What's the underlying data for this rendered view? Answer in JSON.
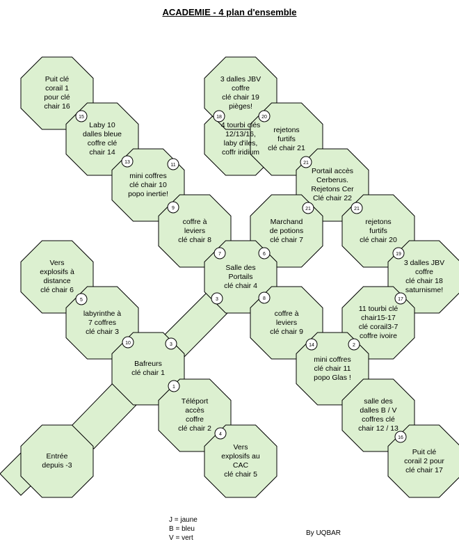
{
  "title": "ACADEMIE - 4 plan d'ensemble",
  "rooms": [
    {
      "id": "r15",
      "text": "Puit clé\ncorail 1\npour clé\nchair 16"
    },
    {
      "id": "r14",
      "text": "Laby 10\ndalles bleue\ncoffre clé\nchair 14"
    },
    {
      "id": "r10",
      "text": "mini coffres\nclé chair 10\npopo inertie!"
    },
    {
      "id": "r8",
      "text": "coffre à\nleviers\nclé chair 8"
    },
    {
      "id": "r4t",
      "text": "4 tourbi clés\n12/13/16,\nlaby d'iles,\ncoffr iridium"
    },
    {
      "id": "r19",
      "text": "3 dalles JBV\ncoffre\nclé chair 19\npièges!"
    },
    {
      "id": "r21",
      "text": "rejetons\nfurtifs\nclé chair 21"
    },
    {
      "id": "r22",
      "text": "Portail accès\nCerberus.\nRejetons Cer\nClé chair  22"
    },
    {
      "id": "r7",
      "text": "Marchand\nde potions\nclé chair 7"
    },
    {
      "id": "r20",
      "text": "rejetons\nfurtifs\nclé chair 20"
    },
    {
      "id": "r18",
      "text": "3 dalles JBV\ncoffre\nclé chair 18\nsaturnisme!"
    },
    {
      "id": "r4",
      "text": "Salle des\nPortails\nclé chair 4"
    },
    {
      "id": "r9",
      "text": "coffre à\nleviers\nclé chair 9"
    },
    {
      "id": "r17",
      "text": "11 tourbi clé\nchair15-17\nclé corail3-7\ncoffre ivoire"
    },
    {
      "id": "r11",
      "text": "mini coffres\nclé chair 11\npopo Glas !"
    },
    {
      "id": "r6",
      "text": "Vers\nexplosifs à\ndistance\nclé chair 6"
    },
    {
      "id": "r3",
      "text": "labyrinthe à\n7 coffres\nclé chair 3"
    },
    {
      "id": "r1",
      "text": "Bafreurs\nclé chair 1"
    },
    {
      "id": "r2",
      "text": "Téléport\naccès\ncoffre\nclé chair 2"
    },
    {
      "id": "r5",
      "text": "Vers\nexplosifs au\nCAC\nclé chair 5"
    },
    {
      "id": "r12",
      "text": "salle des\ndalles B / V\ncoffres clé\nchair 12 / 13"
    },
    {
      "id": "r16",
      "text": "Puit clé\ncorail 2 pour\nclé chair 17"
    },
    {
      "id": "entry",
      "text": "Entrée\ndepuis -3"
    }
  ],
  "doors": [
    "15",
    "18",
    "20",
    "13",
    "11",
    "21",
    "21",
    "21",
    "9",
    "7",
    "6",
    "19",
    "3",
    "8",
    "17",
    "5",
    "10",
    "14",
    "2",
    "3",
    "1",
    "4",
    "16"
  ],
  "legend": [
    "J = jaune",
    "B = bleu",
    "V = vert"
  ],
  "byline": "By UQBAR",
  "colors": {
    "room_fill": "#dcf0d0",
    "stroke": "#000000",
    "door_fill": "#ffffff"
  }
}
